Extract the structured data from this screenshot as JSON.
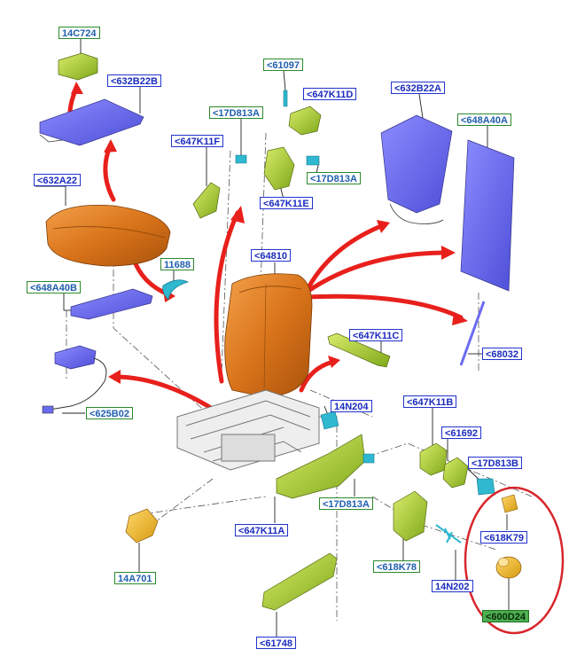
{
  "labels": {
    "p14C724": "14C724",
    "p632B22B": "<632B22B",
    "p61097": "<61097",
    "p647K11D": "<647K11D",
    "p632B22A": "<632B22A",
    "p17D813A_top": "<17D813A",
    "p647K11F": "<647K11F",
    "p648A40A": "<648A40A",
    "p17D813A_mid": "<17D813A",
    "p632A22": "<632A22",
    "p647K11E": "<647K11E",
    "p64810": "<64810",
    "p11688": "11688",
    "p648A40B": "<648A40B",
    "p647K11C": "<647K11C",
    "p68032": "<68032",
    "p625B02": "<625B02",
    "p14N204": "14N204",
    "p647K11B": "<647K11B",
    "p61692": "<61692",
    "p17D813B": "<17D813B",
    "p17D813A_bot": "<17D813A",
    "p647K11A": "<647K11A",
    "p618K79": "<618K79",
    "p14A701": "14A701",
    "p618K78": "<618K78",
    "p14N202": "14N202",
    "p600D24": "<600D24",
    "p61748": "<61748"
  },
  "colors": {
    "seat_orange": "#d9741a",
    "cover_blue": "#6b6bf0",
    "bracket_green": "#a6cc2a",
    "hardware_cyan": "#2fb8d0",
    "arrow_red": "#e8201c",
    "callout_circle": "#d7262b"
  }
}
